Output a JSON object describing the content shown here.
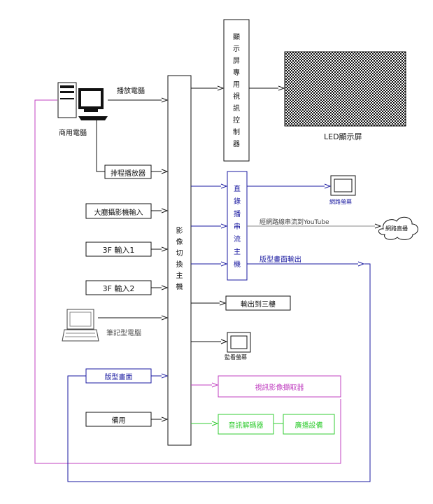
{
  "colors": {
    "black": "#111111",
    "blue": "#1a1aa0",
    "magenta": "#c040c0",
    "green": "#33cc33",
    "gray": "#888888"
  },
  "nodes": {
    "commercial_pc": "商用電腦",
    "playback_pc": "播放電腦",
    "scheduler": "排程播放器",
    "hall_camera": "大廳攝影機輸入",
    "input_3f_1": "3F 輸入1",
    "input_3f_2": "3F 輸入2",
    "laptop": "筆記型電腦",
    "layout_screen": "版型畫面",
    "spare": "備用",
    "video_switcher": "影像切換主機",
    "display_controller": "顯示屏專用視訊控制器",
    "led_display": "LED顯示屏",
    "stream_host": "直錄播串流主機",
    "web_monitor": "網路螢幕",
    "youtube_label": "經網路線串流到YouTube",
    "live_stream": "網路直播",
    "layout_output": "版型畫面輸出",
    "output_3f": "輸出到三樓",
    "monitor": "監看螢幕",
    "video_capture": "視訊影像擷取器",
    "audio_decoder": "音訊解碼器",
    "broadcast": "廣播設備"
  }
}
